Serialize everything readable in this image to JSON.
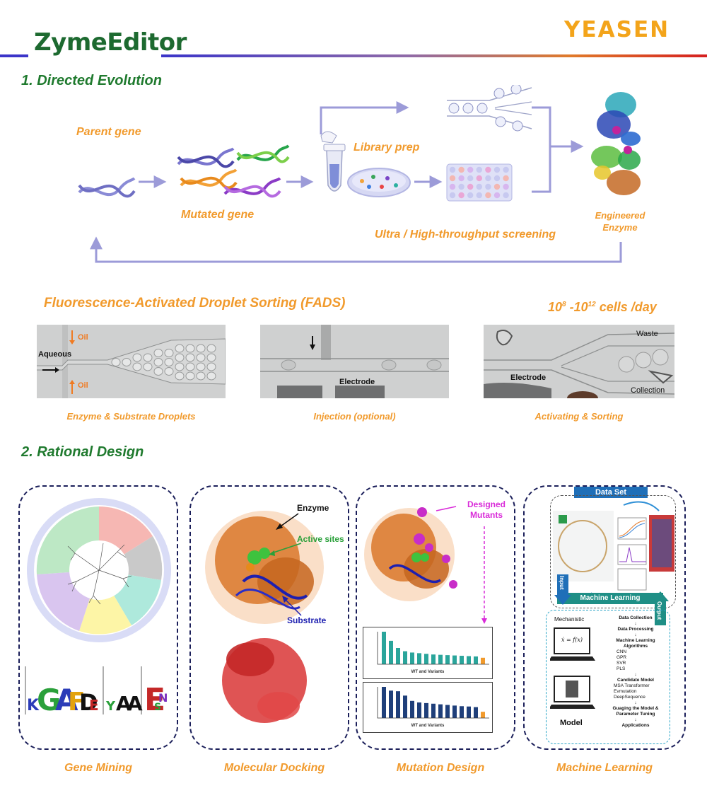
{
  "header": {
    "logo_left": "ZymeEditor",
    "logo_right": "YEASEN"
  },
  "section1": {
    "title": "1. Directed Evolution",
    "parent_gene": "Parent gene",
    "mutated_gene": "Mutated gene",
    "library_prep": "Library prep",
    "screening": "Ultra / High-throughput screening",
    "engineered": [
      "Engineered",
      "Enzyme"
    ]
  },
  "fads": {
    "title": "Fluorescence-Activated Droplet Sorting (FADS)",
    "throughput": {
      "base1": "10",
      "exp1": "8",
      "sep": " -",
      "base2": "10",
      "exp2": "12",
      "unit": " cells /day"
    },
    "panel1": {
      "aqueous": "Aqueous",
      "oil_top": "Oil",
      "oil_bottom": "Oil",
      "caption": "Enzyme & Substrate Droplets"
    },
    "panel2": {
      "electrode": "Electrode",
      "caption": "Injection (optional)"
    },
    "panel3": {
      "electrode": "Electrode",
      "waste": "Waste",
      "collection": "Collection",
      "caption": "Activating & Sorting"
    }
  },
  "section2": {
    "title": "2. Rational Design",
    "panel_gene_mining": {
      "caption": "Gene Mining"
    },
    "panel_docking": {
      "caption": "Molecular Docking",
      "enzyme": "Enzyme",
      "active_sites": "Active sites",
      "substrate": "Substrate"
    },
    "panel_mutation": {
      "caption": "Mutation Design",
      "designed": "Designed",
      "mutants": "Mutants",
      "chart_xlabel_1": "WT and Variants",
      "chart_xlabel_2": "WT and Variants"
    },
    "panel_ml": {
      "caption": "Machine Learning",
      "data_set": "Data Set",
      "machine_learning": "Machine Learning",
      "input": "Input",
      "output": "Output",
      "mechanistic": "Mechanistic",
      "formula": "ẋ = f(x)",
      "model": "Model",
      "steps": [
        "Data Collection",
        "Data Processing",
        "Machine Learning Algorithms",
        "Candidate Model",
        "Guaging the Model & Parameter Tuning",
        "Applications"
      ],
      "algorithms": [
        "CNN",
        "GPR",
        "SVR",
        "PLS"
      ],
      "candidates": [
        "MSA Transformer",
        "Evmutation",
        "DeepSequence"
      ]
    }
  },
  "colors": {
    "green_title": "#1f7a2e",
    "orange_text": "#f19a2c",
    "arrow": "#9c9bd8",
    "navy_dash": "#1b1f5a",
    "teal": "#1f8f86"
  }
}
